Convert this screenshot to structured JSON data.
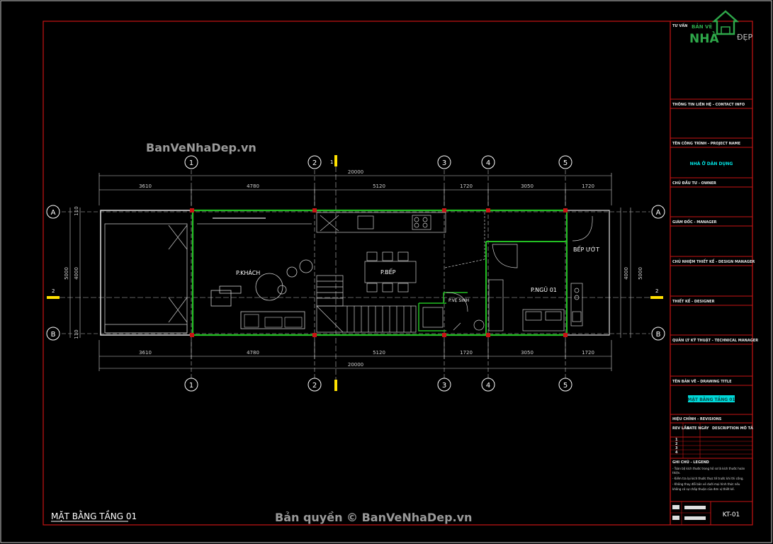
{
  "drawing": {
    "title": "MẶT BẰNG TẦNG 01",
    "watermark_top": "BanVeNhaDep.vn",
    "watermark_bottom": "Bản quyền © BanVeNhaDep.vn",
    "section_marker": "1",
    "section_line": "2",
    "axes_numbers": [
      "1",
      "2",
      "3",
      "4",
      "5"
    ],
    "axes_letters": [
      "A",
      "B"
    ],
    "dims_top": [
      "3610",
      "4780",
      "5120",
      "1720",
      "3050",
      "1720"
    ],
    "dims_bottom": [
      "3610",
      "4780",
      "5120",
      "1720",
      "3050",
      "1720"
    ],
    "dim_total": "20000",
    "dims_side": [
      "5000",
      "4000",
      "110",
      "110"
    ],
    "rooms": {
      "khach": "P.KHÁCH",
      "bep": "P.BẾP",
      "wc": "P.VỆ SINH",
      "ngu": "P.NGỦ 01",
      "bep_uot": "BẾP ƯỚT"
    }
  },
  "title_block": {
    "consultant": "TƯ VẤN",
    "logo_top": "BẢN VẼ",
    "logo_nha": "NHÀ",
    "logo_dep": "ĐẸP",
    "contact": "THÔNG TIN LIÊN HỆ - CONTACT INFO",
    "project_label": "TÊN CÔNG TRÌNH - PROJECT NAME",
    "project_name": "NHÀ Ở DÂN DỤNG",
    "owner": "CHỦ ĐẦU TƯ - OWNER",
    "manager": "GIÁM ĐỐC - MANAGER",
    "design_manager": "CHỦ NHIỆM THIẾT KẾ - DESIGN MANAGER",
    "designer": "THIẾT KẾ - DESIGNER",
    "tech_manager": "QUẢN LÝ KỸ THUẬT - TECHNICAL MANAGER",
    "drawing_title_label": "TÊN BẢN VẼ - DRAWING TITLE",
    "drawing_title_value": "MẶT BẰNG TẦNG 01",
    "revisions": "HIỆU CHỈNH - REVISIONS",
    "rev_cols": [
      "REV LẦN",
      "DATE NGÀY",
      "DESCRIPTION MÔ TẢ"
    ],
    "rev_rows": [
      "1",
      "2",
      "3",
      "4"
    ],
    "legend": "GHI CHÚ - LEGEND",
    "legend_lines": [
      "- Toàn bộ kích thước trong hồ sơ là kích thước hoàn",
      "thiện.",
      "- Kiểm tra lại kích thước thực tế trước khi thi công.",
      "- Không thay đổi bản vẽ dưới mọi hình thức nếu",
      "không có sự chấp thuận của đơn vị thiết kế."
    ],
    "sheet_no": "KT-01"
  },
  "colors": {
    "frame": "#c81414",
    "wall": "#23c023",
    "grid": "#d8d8d8",
    "text": "#ffffff",
    "highlight": "#00e5e5",
    "accent": "#ffe100",
    "watermark": "#9a9a9a"
  }
}
